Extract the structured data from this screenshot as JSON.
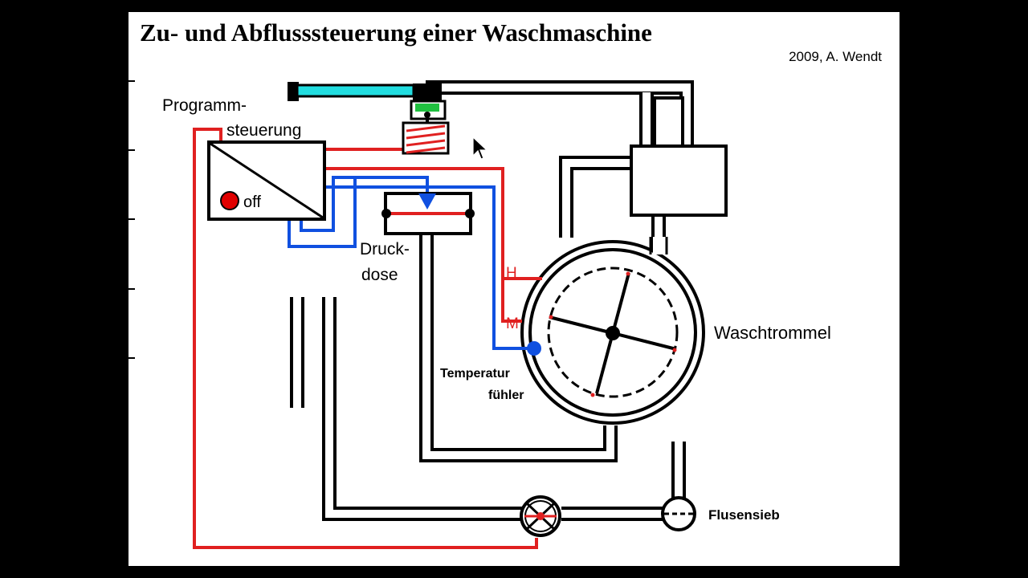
{
  "title": "Zu- und Abflusssteuerung einer Waschmaschine",
  "credit": "2009, A. Wendt",
  "labels": {
    "programm_line1": "Programm-",
    "programm_line2": "steuerung",
    "off": "off",
    "druck_line1": "Druck-",
    "druck_line2": "dose",
    "level_high": "H",
    "level_mid": "M",
    "temp_line1": "Temperatur",
    "temp_line2": "fühler",
    "waschtrommel": "Waschtrommel",
    "flusensieb": "Flusensieb"
  },
  "colors": {
    "pipe": "#000000",
    "signal_red": "#e02020",
    "signal_blue": "#1050e0",
    "valve_cyan": "#22dde0",
    "indicator_green": "#20c040",
    "off_lamp": "#e00000"
  }
}
